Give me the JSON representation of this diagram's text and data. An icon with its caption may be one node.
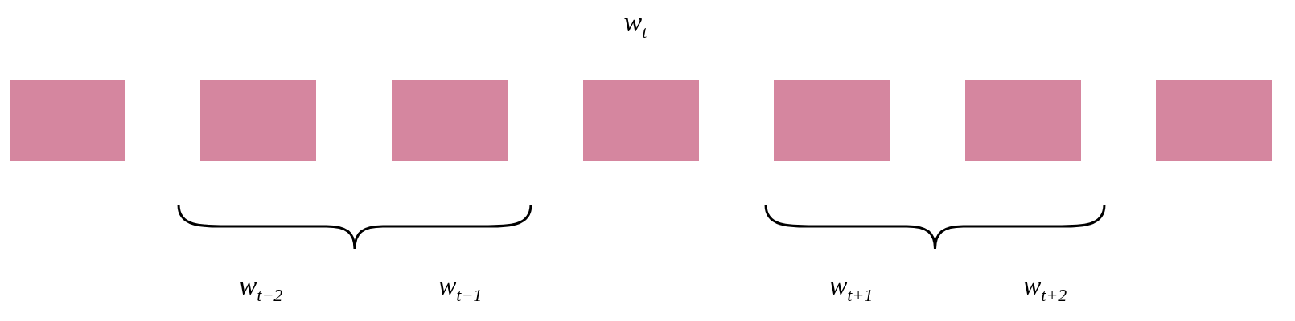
{
  "diagram": {
    "nodes": [
      {
        "text": [],
        "shape": "box"
      },
      {
        "text": [],
        "shape": "box"
      },
      {
        "text": [],
        "shape": "box"
      },
      {
        "text": [],
        "shape": "box"
      },
      {
        "text": [],
        "shape": "box"
      },
      {
        "text": [],
        "shape": "box"
      },
      {
        "text": [],
        "shape": "box"
      }
    ],
    "labels": [
      "w$_{t}$",
      "w$_{t−2}$",
      "w$_{t−1}$",
      "w$_{t+1}$",
      "w$_{t+2}$"
    ]
  }
}
